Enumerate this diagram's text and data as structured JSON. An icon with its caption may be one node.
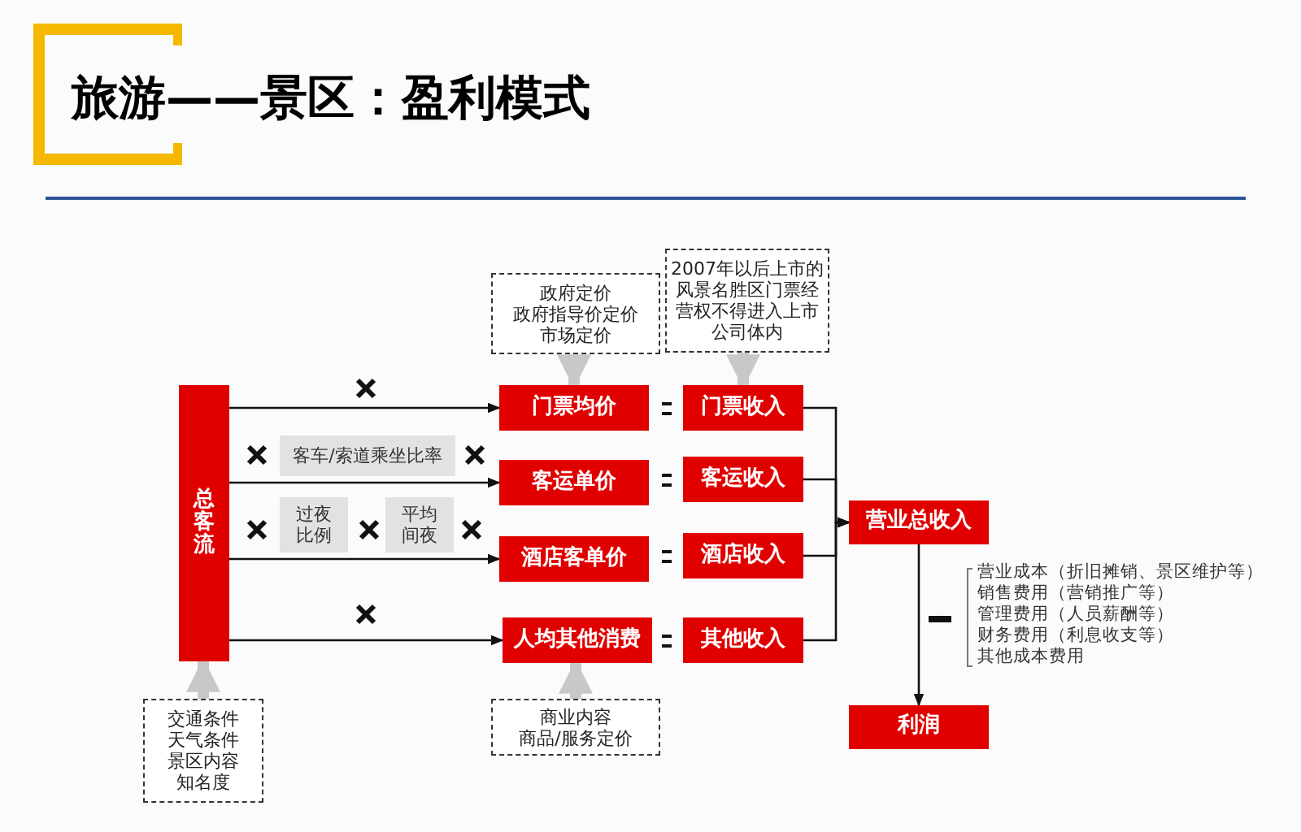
{
  "diagram": {
    "title": "旅游——景区：盈利模式",
    "nodes": [
      {
        "text": [
          "总客流"
        ]
      },
      {
        "text": [
          "门票均价"
        ]
      },
      {
        "text": [
          "客运单价"
        ]
      },
      {
        "text": [
          "酒店客单价"
        ]
      },
      {
        "text": [
          "人均其他消费"
        ]
      },
      {
        "text": [
          "门票收入"
        ]
      },
      {
        "text": [
          "客运收入"
        ]
      },
      {
        "text": [
          "酒店收入"
        ]
      },
      {
        "text": [
          "其他收入"
        ]
      },
      {
        "text": [
          "营业总收入"
        ]
      },
      {
        "text": [
          "利润"
        ]
      },
      {
        "text": [
          "政府定价",
          "政府指导价定价",
          "市场定价"
        ]
      },
      {
        "text": [
          "2007年以后上市的风景名胜区门票经营权不得进入上市公司体内"
        ]
      },
      {
        "text": [
          "交通条件",
          "天气条件",
          "景区内容",
          "知名度"
        ]
      },
      {
        "text": [
          "商业内容",
          "商品/服务定价"
        ]
      },
      {
        "text": [
          "客车/索道乘坐比率"
        ]
      },
      {
        "text": [
          "过夜比例"
        ]
      },
      {
        "text": [
          "平均间夜"
        ]
      }
    ],
    "edges": [
      {
        "from": 0,
        "to": 1,
        "arrow": "to"
      },
      {
        "from": 0,
        "to": 2,
        "arrow": "to"
      },
      {
        "from": 0,
        "to": 3,
        "arrow": "to"
      },
      {
        "from": 0,
        "to": 4,
        "arrow": "to"
      },
      {
        "from": 5,
        "to": 9,
        "arrow": "to"
      },
      {
        "from": 6,
        "to": 9,
        "arrow": "to"
      },
      {
        "from": 7,
        "to": 9,
        "arrow": "to"
      },
      {
        "from": 8,
        "to": 9,
        "arrow": "to"
      },
      {
        "from": 9,
        "to": 10,
        "arrow": "to"
      },
      {
        "from": 11,
        "to": 1,
        "arrow": "to",
        "style": "thick",
        "color": "#c8c8c8"
      },
      {
        "from": 12,
        "to": 5,
        "arrow": "to",
        "style": "thick",
        "color": "#c8c8c8"
      },
      {
        "from": 13,
        "to": 0,
        "arrow": "to",
        "style": "thick",
        "color": "#c8c8c8"
      },
      {
        "from": 14,
        "to": 4,
        "arrow": "to",
        "style": "thick",
        "color": "#c8c8c8"
      }
    ],
    "labels": [
      "营业成本（折旧摊销、景区维护等）",
      "销售费用（营销推广等）",
      "管理费用（人员薪酬等）",
      "财务费用（利息收支等）",
      "其他成本费用"
    ]
  }
}
